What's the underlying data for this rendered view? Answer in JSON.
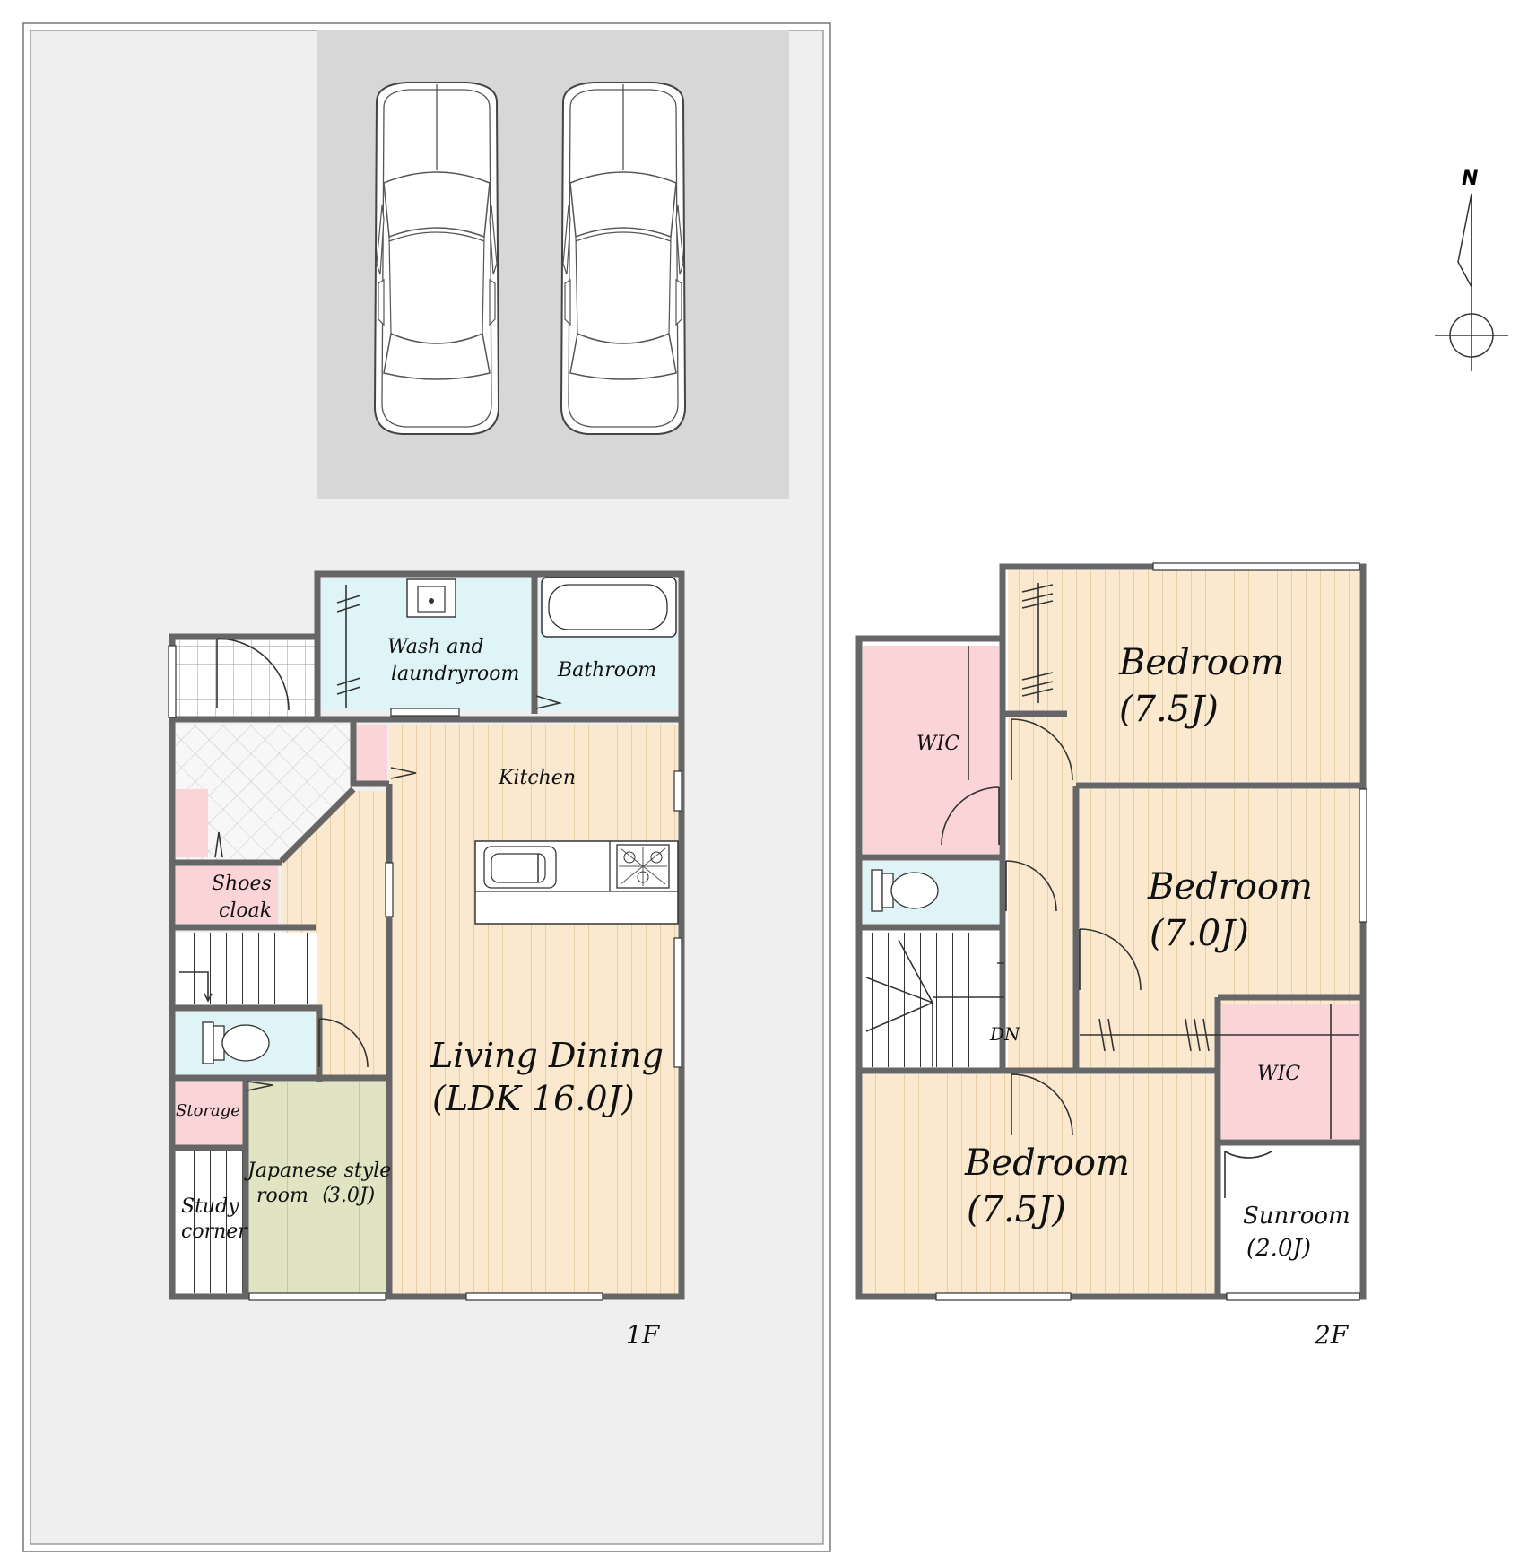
{
  "floor1": {
    "label": "1F",
    "rooms": {
      "wash": [
        "Wash and",
        "laundryroom"
      ],
      "bathroom": "Bathroom",
      "kitchen": "Kitchen",
      "shoes": [
        "Shoes",
        "cloak"
      ],
      "storage": "Storage",
      "japanese": [
        "Japanese style",
        "room（3.0J)"
      ],
      "study": [
        "Study",
        "corner"
      ],
      "living": [
        "Living Dining",
        "(LDK 16.0J)"
      ]
    }
  },
  "floor2": {
    "label": "2F",
    "rooms": {
      "bed_ne": [
        "Bedroom",
        "(7.5J)"
      ],
      "bed_e": [
        "Bedroom",
        "(7.0J)"
      ],
      "bed_s": [
        "Bedroom",
        "(7.5J)"
      ],
      "wic_w": "WIC",
      "wic_e": "WIC",
      "sunroom": [
        "Sunroom",
        "(2.0J)"
      ],
      "stairs": "DN"
    }
  },
  "compass": {
    "north": "N"
  },
  "colors": {
    "site": "#efefef",
    "parking": "#d7d7d7",
    "wood": "#fbe9cf",
    "wet": "#def4f6",
    "storage": "#fbd4d8",
    "tatami": "#e0e4c2",
    "wall": "#666666"
  }
}
